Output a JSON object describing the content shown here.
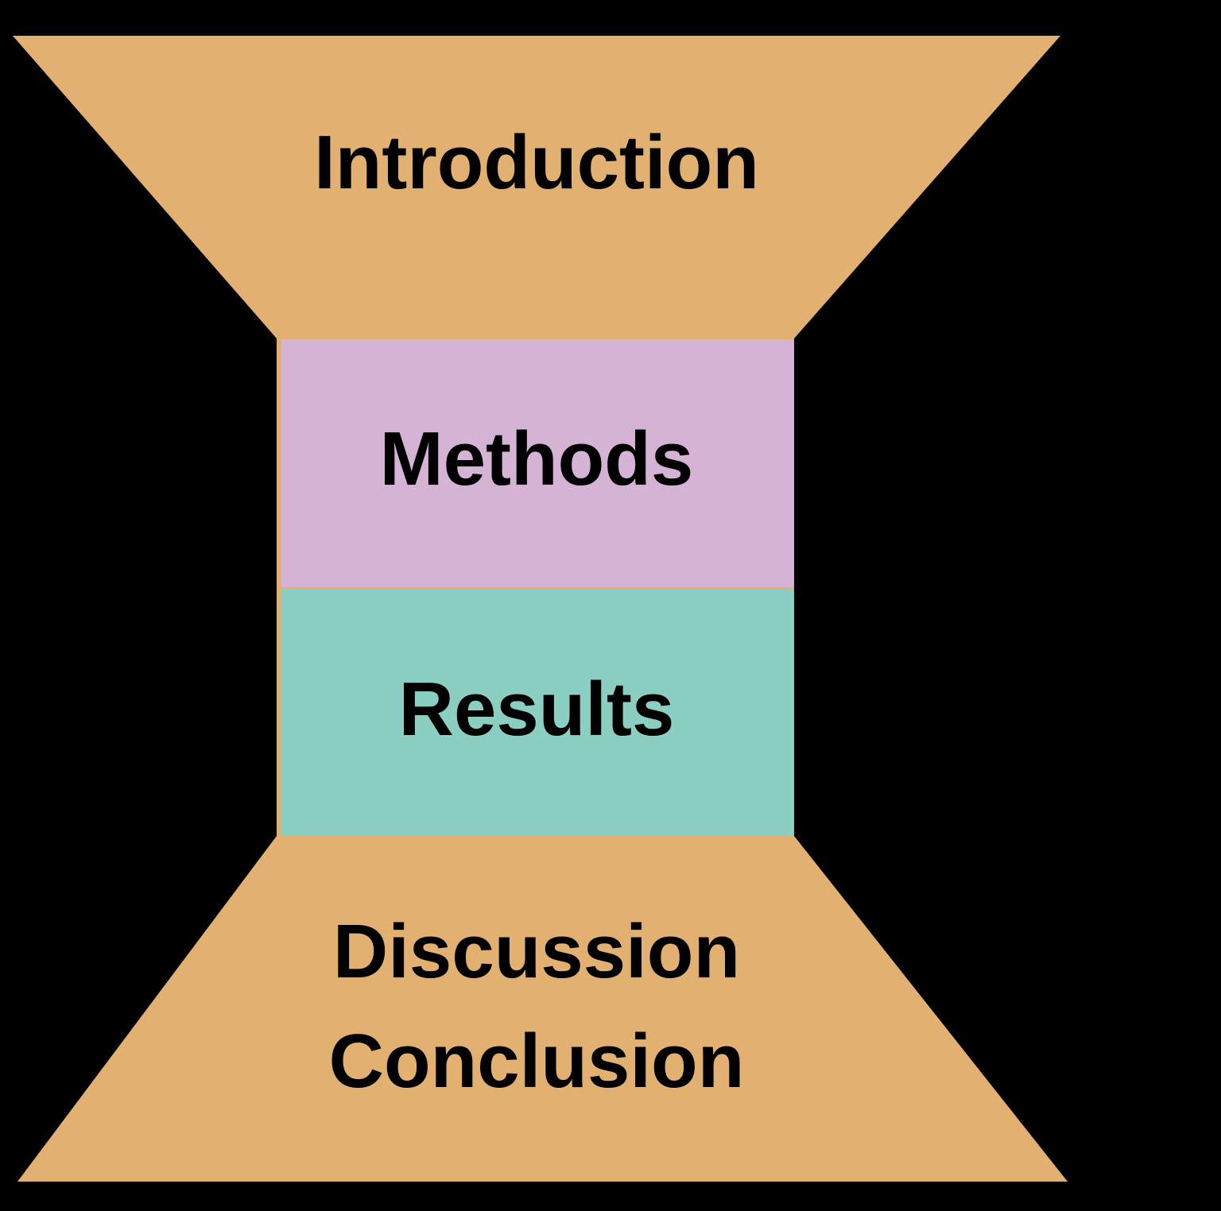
{
  "colors": {
    "background": "#000000",
    "text": "#000000",
    "hourglass_orange": "#e2b172",
    "methods_box": "#d5b3d4",
    "results_box": "#8bcfc3"
  },
  "sections": {
    "introduction": {
      "label": "Introduction"
    },
    "methods": {
      "label": "Methods"
    },
    "results": {
      "label": "Results"
    },
    "discussion": {
      "label": "Discussion"
    },
    "conclusion": {
      "label": "Conclusion"
    }
  }
}
